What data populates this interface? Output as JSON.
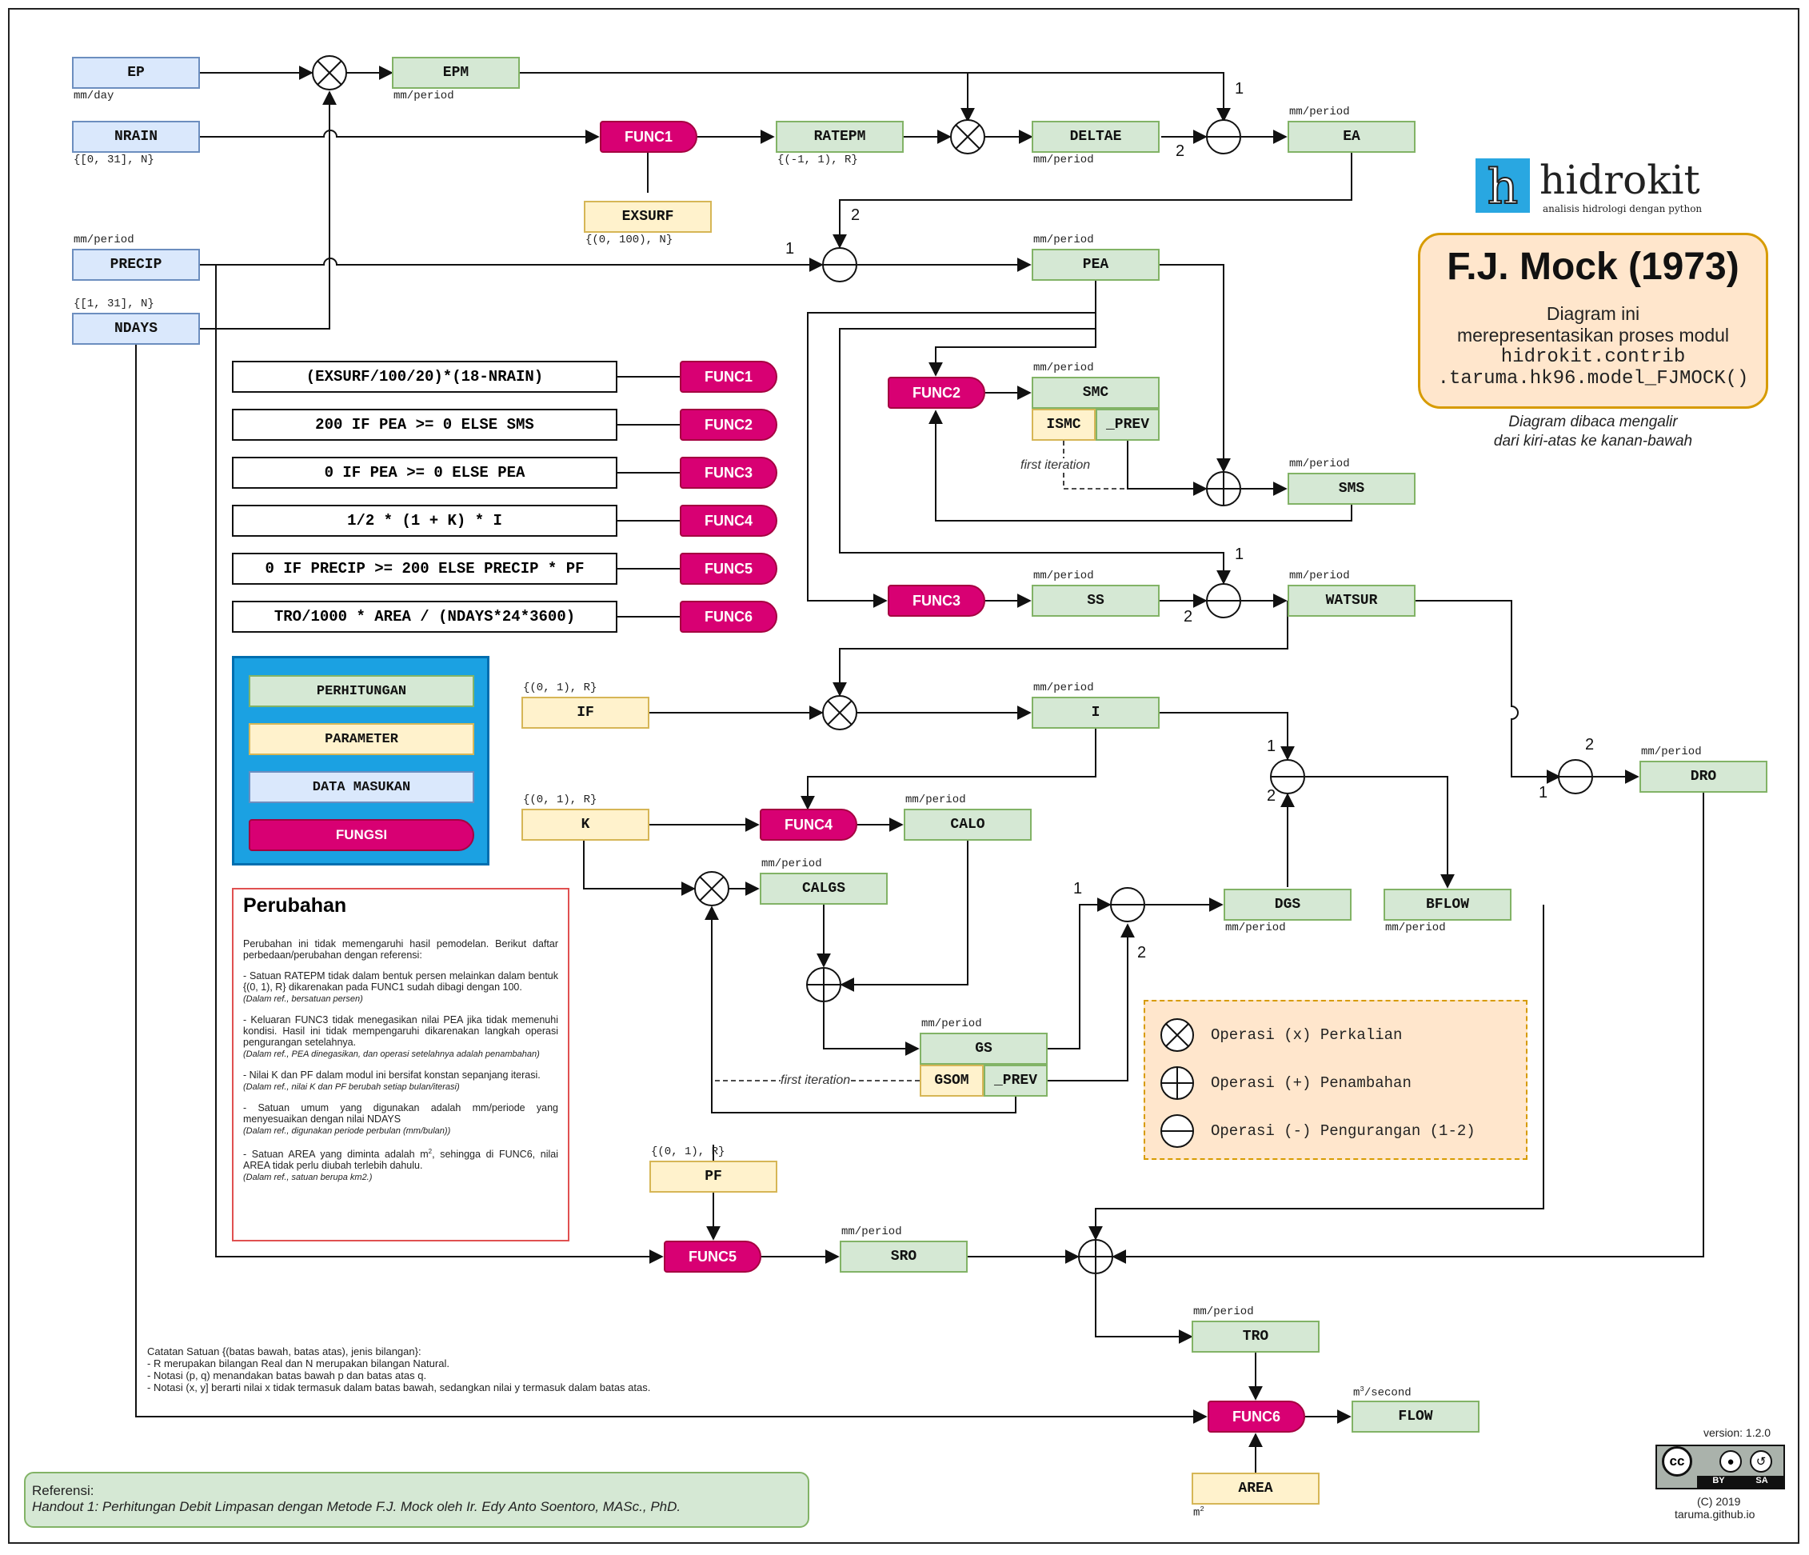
{
  "title": {
    "main": "F.J. Mock (1973)",
    "line1": "Diagram ini",
    "line2": "merepresentasikan proses modul",
    "module1": "hidrokit.contrib",
    "module2": ".taruma.hk96.model_FJMOCK()",
    "note1": "Diagram dibaca mengalir",
    "note2": "dari kiri-atas ke kanan-bawah"
  },
  "logo": {
    "name": "hidrokit",
    "tagline": "analisis hidrologi dengan python"
  },
  "nodes": {
    "EP": "EP",
    "NRAIN": "NRAIN",
    "PRECIP": "PRECIP",
    "NDAYS": "NDAYS",
    "EPM": "EPM",
    "RATEPM": "RATEPM",
    "DELTAE": "DELTAE",
    "EA": "EA",
    "EXSURF": "EXSURF",
    "PEA": "PEA",
    "SMC": "SMC",
    "ISMC": "ISMC",
    "SMC_PREV": "_PREV",
    "SMS": "SMS",
    "SS": "SS",
    "WATSUR": "WATSUR",
    "IF": "IF",
    "I": "I",
    "DRO": "DRO",
    "K": "K",
    "CALO": "CALO",
    "CALGS": "CALGS",
    "DGS": "DGS",
    "BFLOW": "BFLOW",
    "GS": "GS",
    "GSOM": "GSOM",
    "GS_PREV": "_PREV",
    "PF": "PF",
    "SRO": "SRO",
    "TRO": "TRO",
    "FLOW": "FLOW",
    "AREA": "AREA",
    "FUNC1": "FUNC1",
    "FUNC2": "FUNC2",
    "FUNC3": "FUNC3",
    "FUNC4": "FUNC4",
    "FUNC5": "FUNC5",
    "FUNC6": "FUNC6"
  },
  "units": {
    "EP": "mm/day",
    "NRAIN": "{[0, 31], N}",
    "PRECIP": "mm/period",
    "NDAYS": "{[1, 31], N}",
    "EPM": "mm/period",
    "RATEPM": "{(-1, 1), R}",
    "DELTAE": "mm/period",
    "EA": "mm/period",
    "EXSURF": "{(0, 100), N}",
    "PEA": "mm/period",
    "SMC": "mm/period",
    "SMS": "mm/period",
    "SS": "mm/period",
    "WATSUR": "mm/period",
    "IF": "{(0, 1), R}",
    "I": "mm/period",
    "DRO": "mm/period",
    "K": "{(0, 1), R}",
    "CALO": "mm/period",
    "CALGS": "mm/period",
    "DGS": "mm/period",
    "BFLOW": "mm/period",
    "GS": "mm/period",
    "PF": "{(0, 1), R}",
    "SRO": "mm/period",
    "TRO": "mm/period",
    "FLOW_pre": "m",
    "FLOW_sup": "3",
    "FLOW_post": "/second",
    "AREA_pre": "m",
    "AREA_sup": "2"
  },
  "operand_labels": {
    "one": "1",
    "two": "2"
  },
  "first_iteration": "first iteration",
  "formulas": [
    {
      "expr": "(EXSURF/100/20)*(18-NRAIN)",
      "func": "FUNC1"
    },
    {
      "expr": "200 IF PEA >= 0 ELSE SMS",
      "func": "FUNC2"
    },
    {
      "expr": "0 IF PEA >= 0 ELSE PEA",
      "func": "FUNC3"
    },
    {
      "expr": "1/2 * (1 + K) * I",
      "func": "FUNC4"
    },
    {
      "expr": "0 IF PRECIP >= 200 ELSE PRECIP * PF",
      "func": "FUNC5"
    },
    {
      "expr": "TRO/1000 * AREA / (NDAYS*24*3600)",
      "func": "FUNC6"
    }
  ],
  "legend": [
    "PERHITUNGAN",
    "PARAMETER",
    "DATA MASUKAN",
    "FUNGSI"
  ],
  "changes": {
    "heading": "Perubahan",
    "intro": "Perubahan ini tidak memengaruhi hasil pemodelan. Berikut daftar perbedaan/perubahan dengan referensi:",
    "items": [
      {
        "text": "- Satuan RATEPM tidak dalam bentuk persen melainkan dalam bentuk {(0, 1), R} dikarenakan pada FUNC1 sudah dibagi dengan 100.",
        "note": "(Dalam ref., bersatuan persen)"
      },
      {
        "text": "- Keluaran FUNC3 tidak menegasikan nilai PEA jika tidak memenuhi kondisi. Hasil ini tidak mempengaruhi dikarenakan langkah operasi pengurangan setelahnya.",
        "note": "(Dalam ref., PEA dinegasikan, dan operasi setelahnya adalah penambahan)"
      },
      {
        "text": "- Nilai K dan PF dalam modul ini bersifat konstan sepanjang iterasi.",
        "note": "(Dalam ref., nilai K dan PF berubah setiap bulan/iterasi)"
      },
      {
        "text": "- Satuan umum yang digunakan adalah mm/periode yang menyesuaikan dengan nilai NDAYS",
        "note": "(Dalam ref., digunakan periode perbulan (mm/bulan))"
      },
      {
        "text_pre": "- Satuan AREA yang diminta adalah m",
        "text_sup": "2",
        "text_post": ", sehingga di FUNC6, nilai AREA tidak perlu diubah terlebih dahulu.",
        "note": "(Dalam ref., satuan berupa km2.)"
      }
    ]
  },
  "operations": [
    {
      "icon": "multiply-icon",
      "label": "Operasi (x) Perkalian"
    },
    {
      "icon": "plus-icon",
      "label": "Operasi (+) Penambahan"
    },
    {
      "icon": "minus-icon",
      "label": "Operasi (-) Pengurangan (1-2)"
    }
  ],
  "unit_notes": [
    "Catatan Satuan {(batas bawah, batas atas), jenis bilangan}:",
    "- R merupakan bilangan Real dan N merupakan bilangan Natural.",
    "- Notasi (p, q) menandakan batas bawah p dan batas atas q.",
    "- Notasi (x, y] berarti nilai x tidak termasuk dalam batas bawah, sedangkan nilai y termasuk dalam batas atas."
  ],
  "reference": {
    "label": "Referensi:",
    "text": "Handout 1: Perhitungan Debit Limpasan dengan Metode F.J. Mock oleh Ir. Edy Anto Soentoro, MASc., PhD."
  },
  "footer": {
    "version": "version: 1.2.0",
    "license_cc": "cc",
    "license_by": "BY",
    "license_sa": "SA",
    "copyright": "(C) 2019",
    "site": "taruma.github.io"
  },
  "colors": {
    "calc": "#d5e8d4",
    "param": "#fff2cc",
    "input": "#dae8fc",
    "func": "#d80073",
    "legend_bg": "#1ba1e2",
    "note_bg": "#ffe6cc"
  }
}
